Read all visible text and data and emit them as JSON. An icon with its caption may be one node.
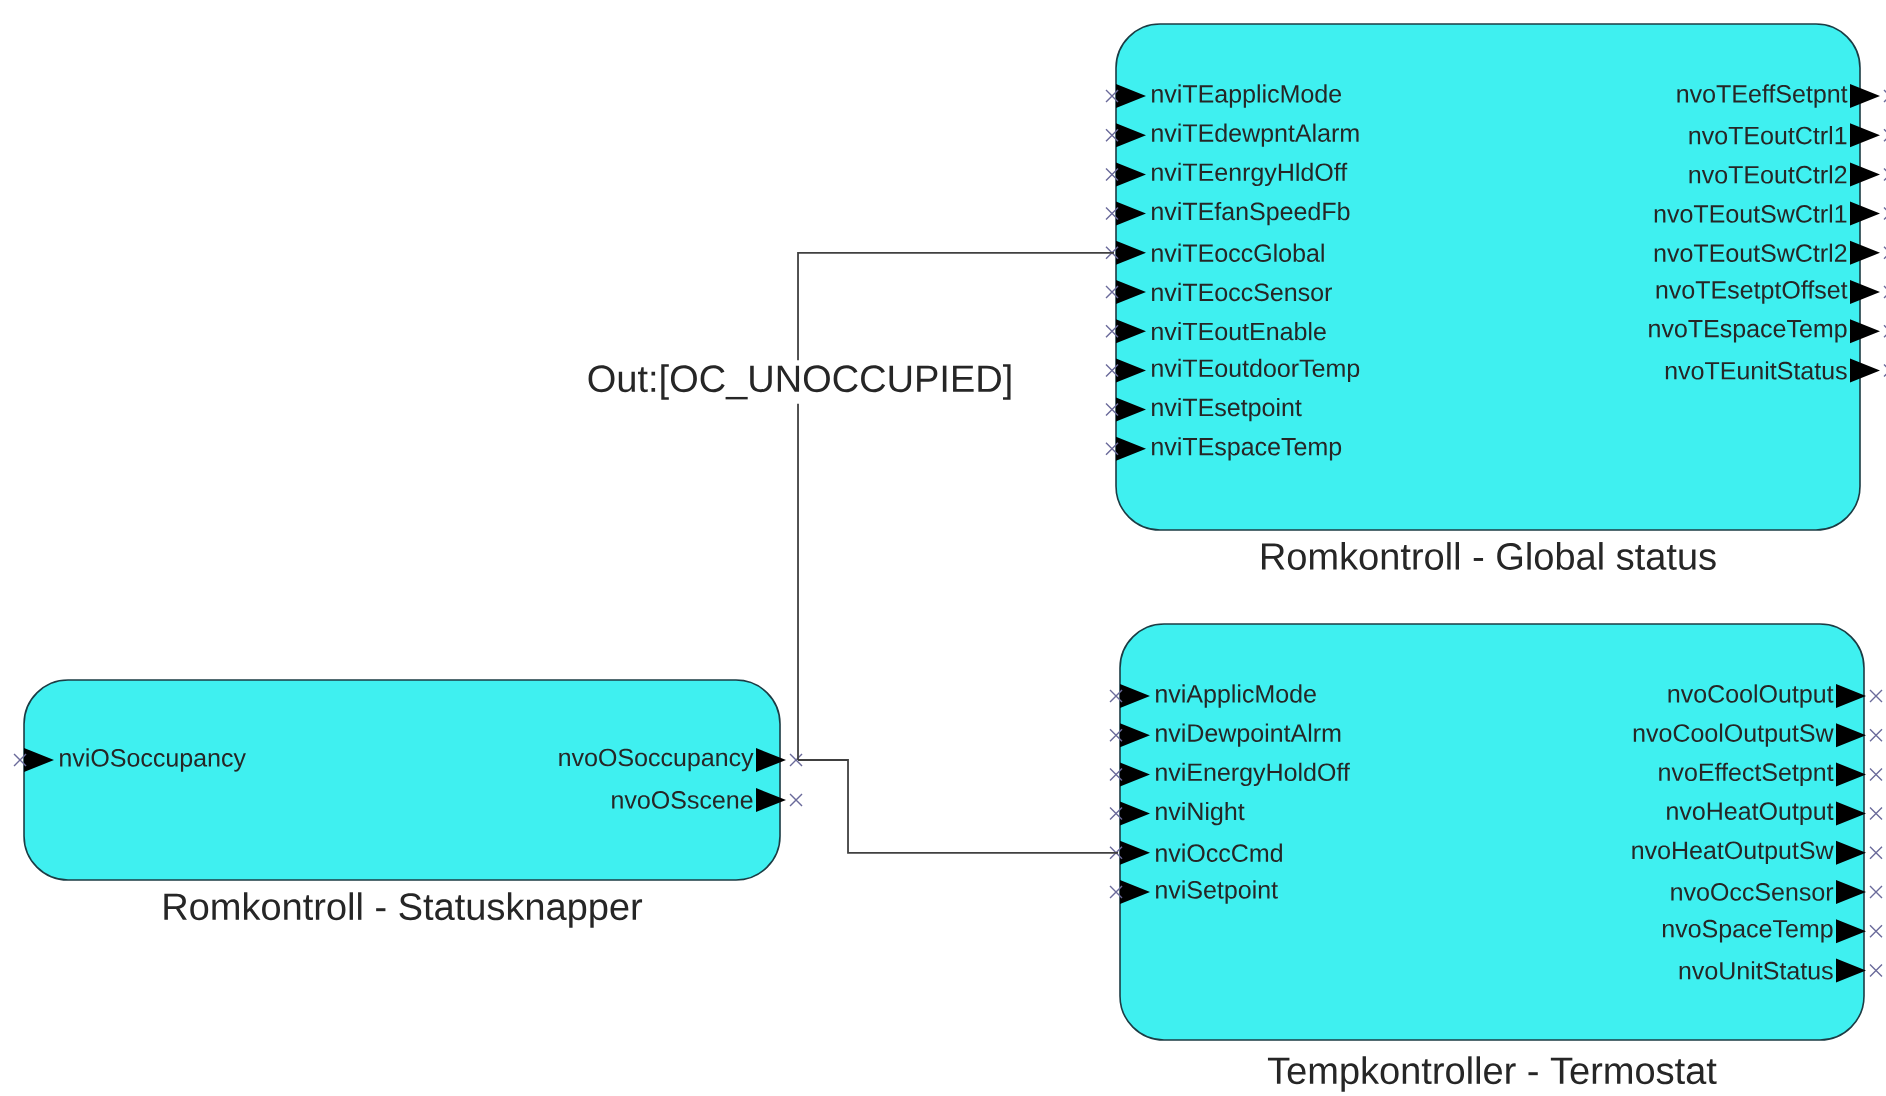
{
  "diagram": {
    "nodes": [
      {
        "text": [
          "Romkontroll - Global status"
        ]
      },
      {
        "text": [
          "nviTEapplicMode"
        ],
        "in": 0
      },
      {
        "text": [
          "nviTEdewpntAlarm"
        ],
        "in": 0
      },
      {
        "text": [
          "nviTEenrgyHldOff"
        ],
        "in": 0
      },
      {
        "text": [
          "nviTEfanSpeedFb"
        ],
        "in": 0
      },
      {
        "text": [
          "nviTEoccGlobal"
        ],
        "in": 0
      },
      {
        "text": [
          "nviTEoccSensor"
        ],
        "in": 0
      },
      {
        "text": [
          "nviTEoutEnable"
        ],
        "in": 0
      },
      {
        "text": [
          "nviTEoutdoorTemp"
        ],
        "in": 0
      },
      {
        "text": [
          "nviTEsetpoint"
        ],
        "in": 0
      },
      {
        "text": [
          "nviTEspaceTemp"
        ],
        "in": 0
      },
      {
        "text": [
          "nvoTEeffSetpnt"
        ],
        "in": 0
      },
      {
        "text": [
          "nvoTEoutCtrl1"
        ],
        "in": 0
      },
      {
        "text": [
          "nvoTEoutCtrl2"
        ],
        "in": 0
      },
      {
        "text": [
          "nvoTEoutSwCtrl1"
        ],
        "in": 0
      },
      {
        "text": [
          "nvoTEoutSwCtrl2"
        ],
        "in": 0
      },
      {
        "text": [
          "nvoTEsetptOffset"
        ],
        "in": 0
      },
      {
        "text": [
          "nvoTEspaceTemp"
        ],
        "in": 0
      },
      {
        "text": [
          "nvoTEunitStatus"
        ],
        "in": 0
      },
      {
        "text": [
          "Romkontroll - Statusknapper"
        ]
      },
      {
        "text": [
          "nviOSoccupancy"
        ],
        "in": 19
      },
      {
        "text": [
          "nvoOSoccupancy"
        ],
        "in": 19
      },
      {
        "text": [
          "nvoOSscene"
        ],
        "in": 19
      },
      {
        "text": [
          "Tempkontroller - Termostat"
        ]
      },
      {
        "text": [
          "nviApplicMode"
        ],
        "in": 23
      },
      {
        "text": [
          "nviDewpointAlrm"
        ],
        "in": 23
      },
      {
        "text": [
          "nviEnergyHoldOff"
        ],
        "in": 23
      },
      {
        "text": [
          "nviNight"
        ],
        "in": 23
      },
      {
        "text": [
          "nviOccCmd"
        ],
        "in": 23
      },
      {
        "text": [
          "nviSetpoint"
        ],
        "in": 23
      },
      {
        "text": [
          "nvoCoolOutput"
        ],
        "in": 23
      },
      {
        "text": [
          "nvoCoolOutputSw"
        ],
        "in": 23
      },
      {
        "text": [
          "nvoEffectSetpnt"
        ],
        "in": 23
      },
      {
        "text": [
          "nvoHeatOutput"
        ],
        "in": 23
      },
      {
        "text": [
          "nvoHeatOutputSw"
        ],
        "in": 23
      },
      {
        "text": [
          "nvoOccSensor"
        ],
        "in": 23
      },
      {
        "text": [
          "nvoSpaceTemp"
        ],
        "in": 23
      },
      {
        "text": [
          "nvoUnitStatus"
        ],
        "in": 23
      }
    ],
    "edges": [
      {
        "from": 21,
        "to": 5,
        "arrow": "none",
        "label": "Out:[OC_UNOCCUPIED]"
      },
      {
        "from": 21,
        "to": 28,
        "arrow": "none"
      }
    ]
  }
}
